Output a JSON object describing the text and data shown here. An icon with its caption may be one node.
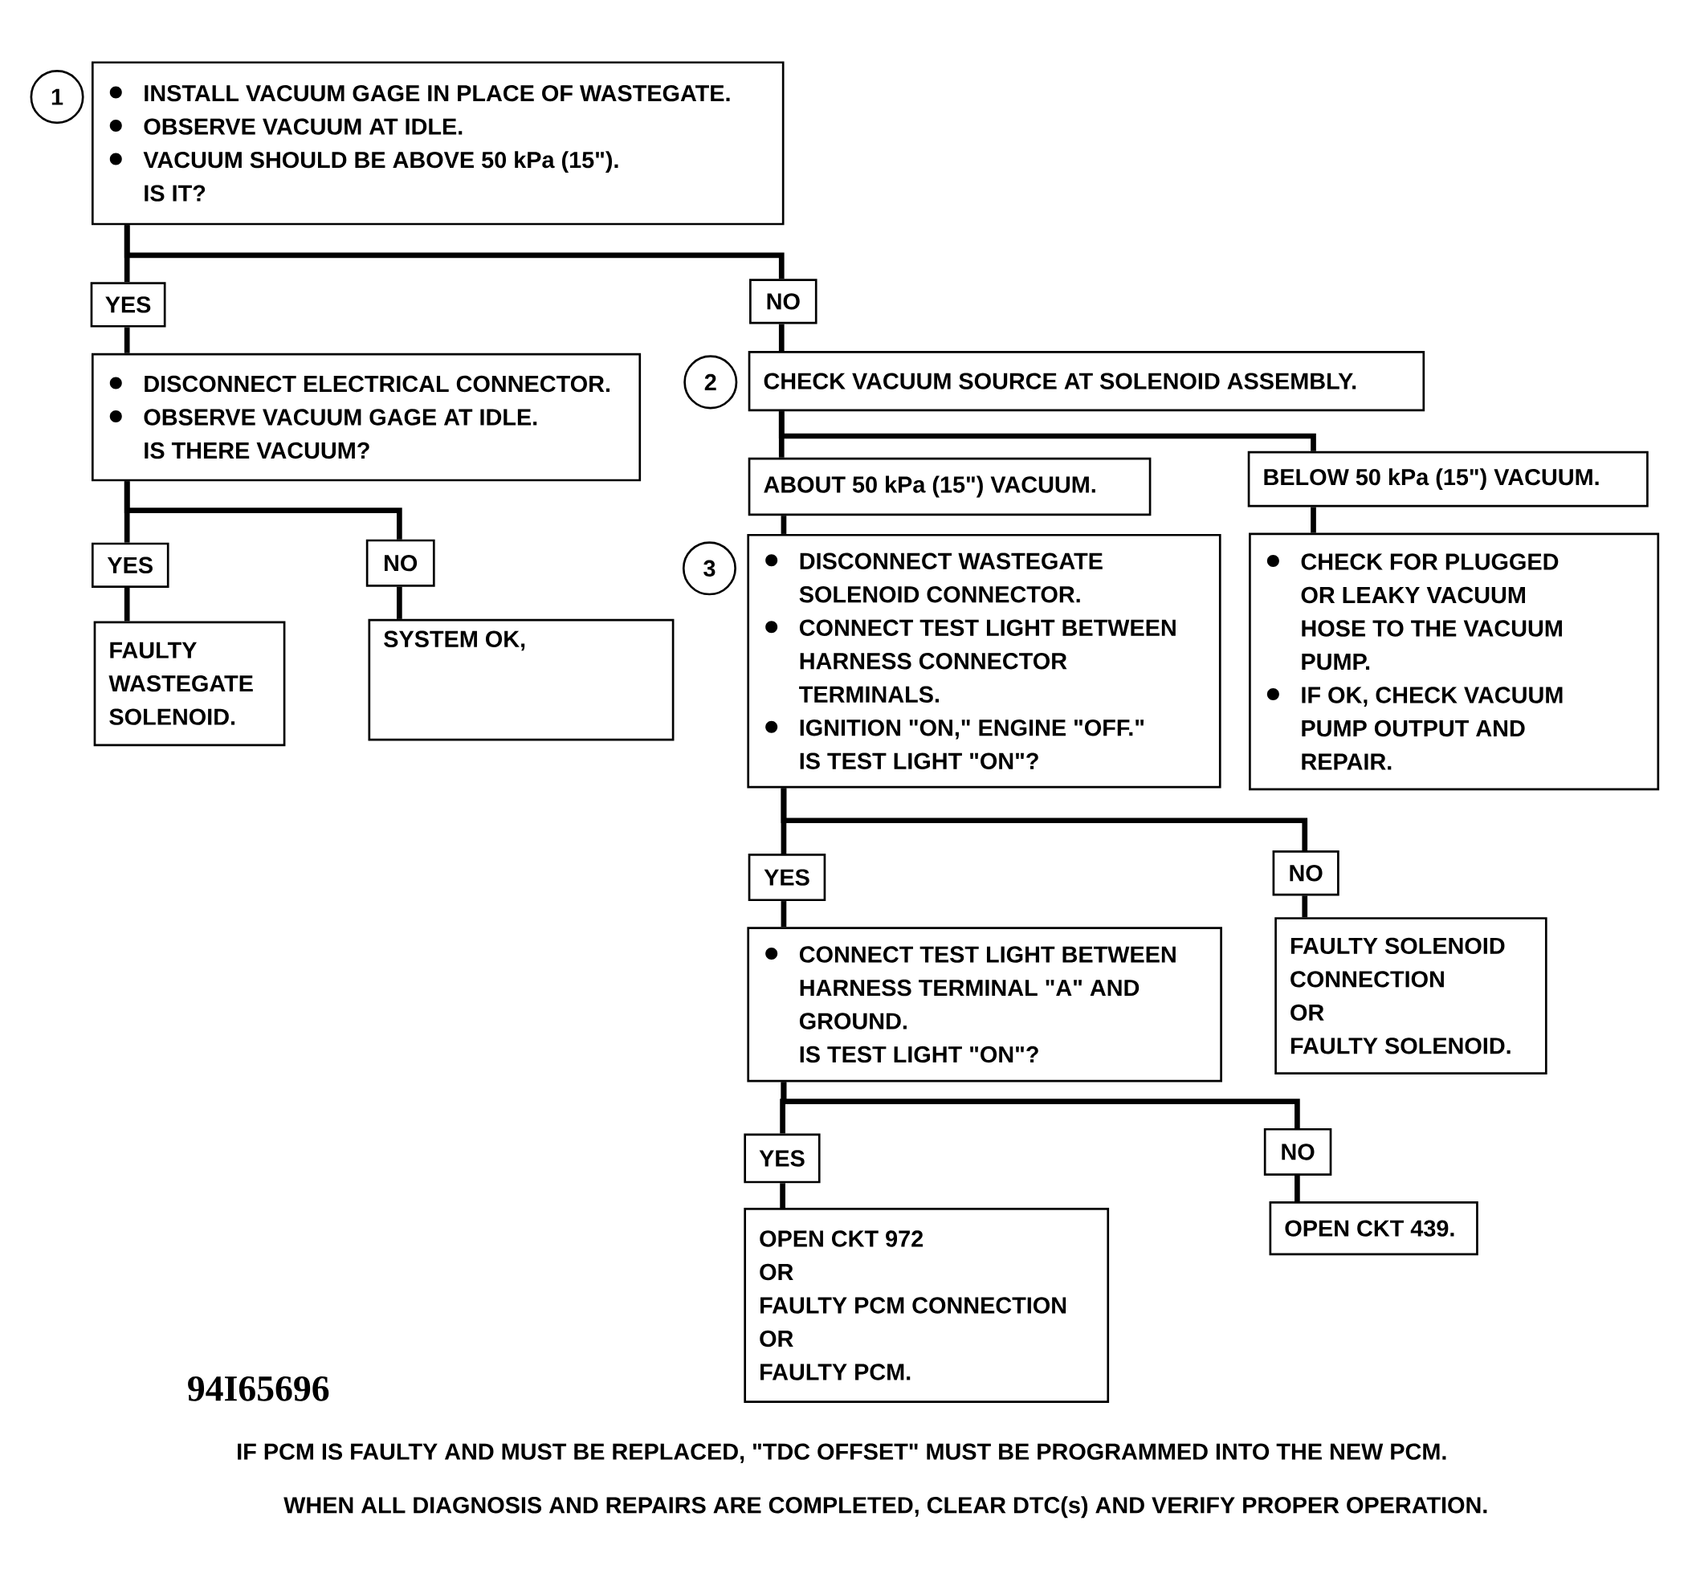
{
  "diagram": {
    "nodes": [
      {
        "text": [
          "1"
        ]
      },
      {
        "text": [
          "INSTALL VACUUM GAGE IN PLACE OF WASTEGATE.",
          "OBSERVE VACUUM AT IDLE.",
          "VACUUM SHOULD BE ABOVE 50 kPa (15\").",
          "IS IT?"
        ]
      },
      {
        "text": [
          "YES"
        ]
      },
      {
        "text": [
          "NO"
        ]
      },
      {
        "text": [
          "DISCONNECT ELECTRICAL CONNECTOR.",
          "OBSERVE VACUUM GAGE AT IDLE.",
          "IS THERE VACUUM?"
        ]
      },
      {
        "text": [
          "2"
        ]
      },
      {
        "text": [
          "CHECK VACUUM SOURCE AT SOLENOID ASSEMBLY."
        ]
      },
      {
        "text": [
          "YES"
        ]
      },
      {
        "text": [
          "NO"
        ]
      },
      {
        "text": [
          "FAULTY WASTEGATE SOLENOID."
        ]
      },
      {
        "text": [
          "SYSTEM OK,"
        ]
      },
      {
        "text": [
          "ABOUT 50 kPa (15\") VACUUM."
        ]
      },
      {
        "text": [
          "BELOW 50 kPa (15\") VACUUM."
        ]
      },
      {
        "text": [
          "3"
        ]
      },
      {
        "text": [
          "DISCONNECT WASTEGATE SOLENOID CONNECTOR.",
          "CONNECT TEST LIGHT BETWEEN HARNESS CONNECTOR TERMINALS.",
          "IGNITION \"ON,\" ENGINE \"OFF.\"",
          "IS TEST LIGHT \"ON\"?"
        ]
      },
      {
        "text": [
          "CHECK FOR PLUGGED OR LEAKY VACUUM HOSE TO THE VACUUM PUMP.",
          "IF OK, CHECK VACUUM PUMP OUTPUT AND REPAIR."
        ]
      },
      {
        "text": [
          "YES"
        ]
      },
      {
        "text": [
          "NO"
        ]
      },
      {
        "text": [
          "CONNECT TEST LIGHT BETWEEN HARNESS TERMINAL \"A\" AND GROUND.",
          "IS TEST LIGHT \"ON\"?"
        ]
      },
      {
        "text": [
          "FAULTY SOLENOID CONNECTION",
          "OR",
          "FAULTY SOLENOID."
        ]
      },
      {
        "text": [
          "YES"
        ]
      },
      {
        "text": [
          "NO"
        ]
      },
      {
        "text": [
          "OPEN CKT 972",
          "OR",
          "FAULTY PCM CONNECTION",
          "OR",
          "FAULTY PCM."
        ]
      },
      {
        "text": [
          "OPEN CKT 439."
        ]
      }
    ],
    "edges": [
      {
        "from": 1,
        "to": 2,
        "arrow": "none"
      },
      {
        "from": 1,
        "to": 3,
        "arrow": "none"
      },
      {
        "from": 2,
        "to": 4,
        "arrow": "none"
      },
      {
        "from": 4,
        "to": 7,
        "arrow": "none"
      },
      {
        "from": 4,
        "to": 8,
        "arrow": "none"
      },
      {
        "from": 7,
        "to": 9,
        "arrow": "none"
      },
      {
        "from": 8,
        "to": 10,
        "arrow": "none"
      },
      {
        "from": 3,
        "to": 6,
        "arrow": "none"
      },
      {
        "from": 6,
        "to": 11,
        "arrow": "none"
      },
      {
        "from": 6,
        "to": 12,
        "arrow": "none"
      },
      {
        "from": 11,
        "to": 14,
        "arrow": "none"
      },
      {
        "from": 12,
        "to": 15,
        "arrow": "none"
      },
      {
        "from": 14,
        "to": 16,
        "arrow": "none"
      },
      {
        "from": 14,
        "to": 17,
        "arrow": "none"
      },
      {
        "from": 16,
        "to": 18,
        "arrow": "none"
      },
      {
        "from": 17,
        "to": 19,
        "arrow": "none"
      },
      {
        "from": 18,
        "to": 20,
        "arrow": "none"
      },
      {
        "from": 18,
        "to": 21,
        "arrow": "none"
      },
      {
        "from": 20,
        "to": 22,
        "arrow": "none"
      },
      {
        "from": 21,
        "to": 23,
        "arrow": "none"
      }
    ],
    "labels": [
      "94I65696",
      "IF PCM IS FAULTY AND MUST BE REPLACED, \"TDC OFFSET\" MUST BE PROGRAMMED INTO THE NEW PCM.",
      "WHEN ALL DIAGNOSIS AND REPAIRS ARE COMPLETED, CLEAR DTC(s) AND VERIFY PROPER OPERATION."
    ]
  }
}
